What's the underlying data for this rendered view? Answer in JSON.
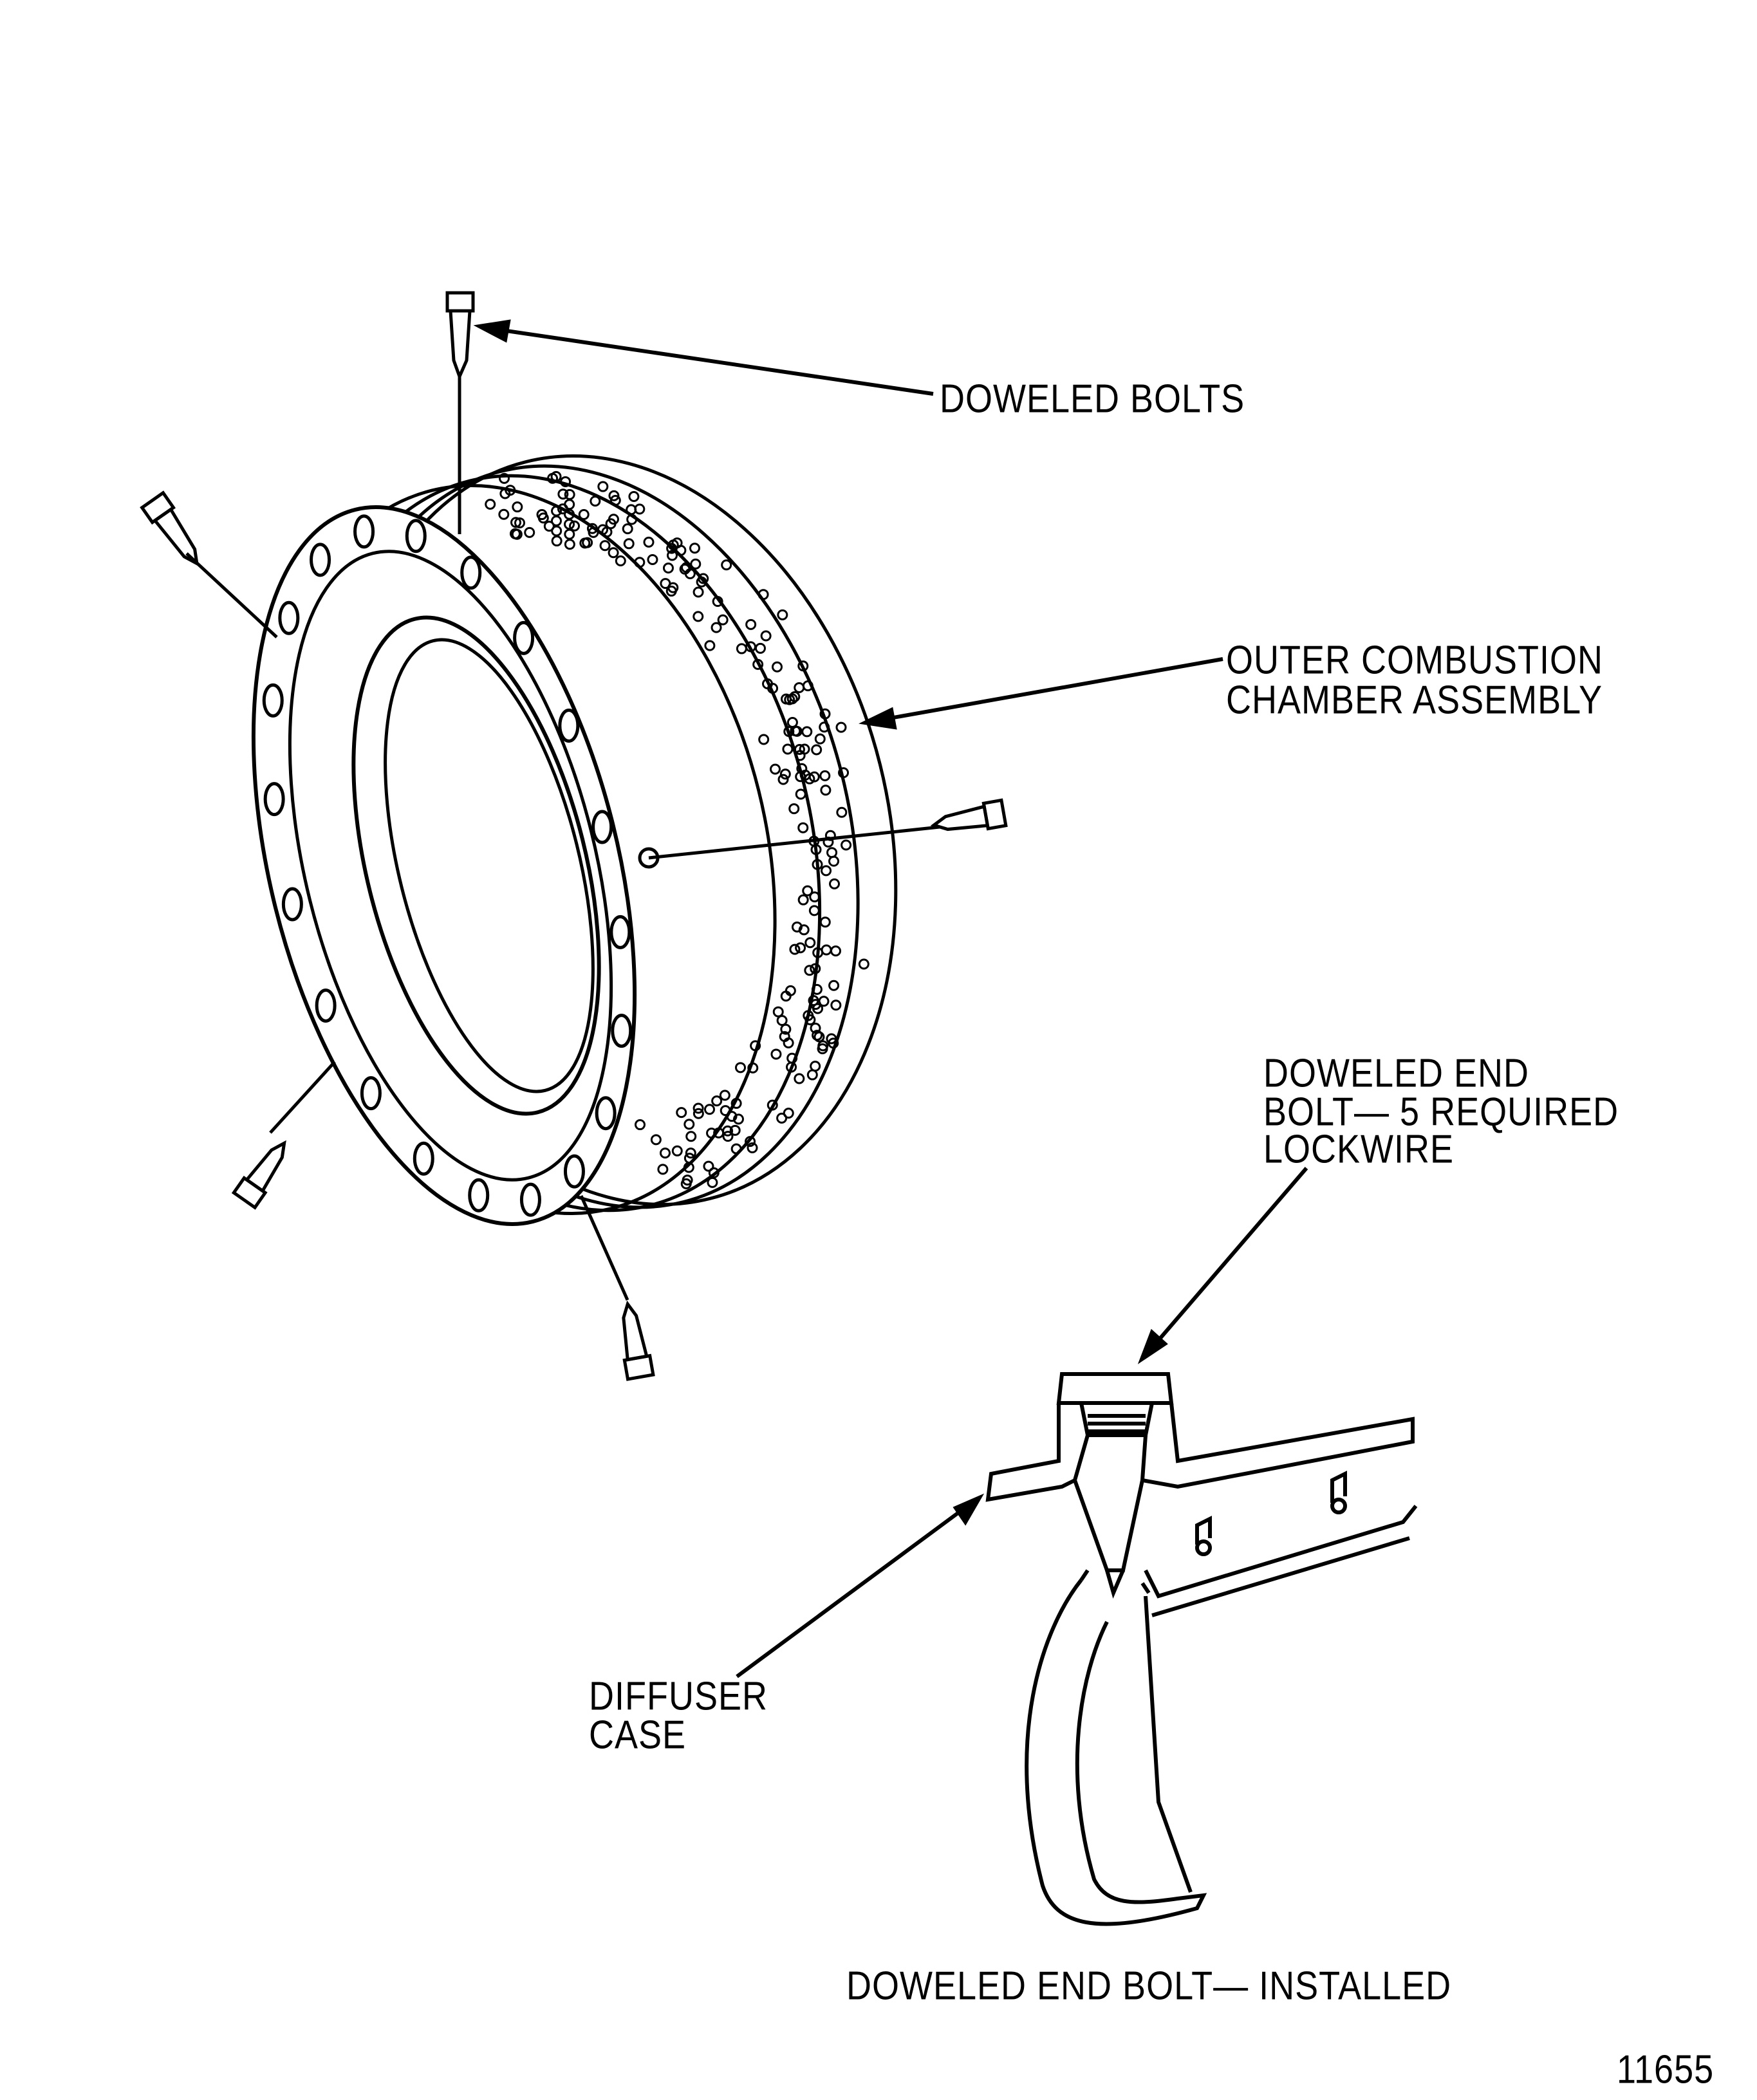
{
  "labels": {
    "doweled_bolts": "DOWELED BOLTS",
    "outer_chamber_line1": "OUTER COMBUSTION",
    "outer_chamber_line2": "CHAMBER ASSEMBLY",
    "end_bolt_line1": "DOWELED END",
    "end_bolt_line2": "BOLT— 5 REQUIRED",
    "end_bolt_line3": "LOCKWIRE",
    "diffuser_line1": "DIFFUSER",
    "diffuser_line2": "CASE",
    "caption": "DOWELED END BOLT— INSTALLED",
    "figure_number": "11655"
  }
}
